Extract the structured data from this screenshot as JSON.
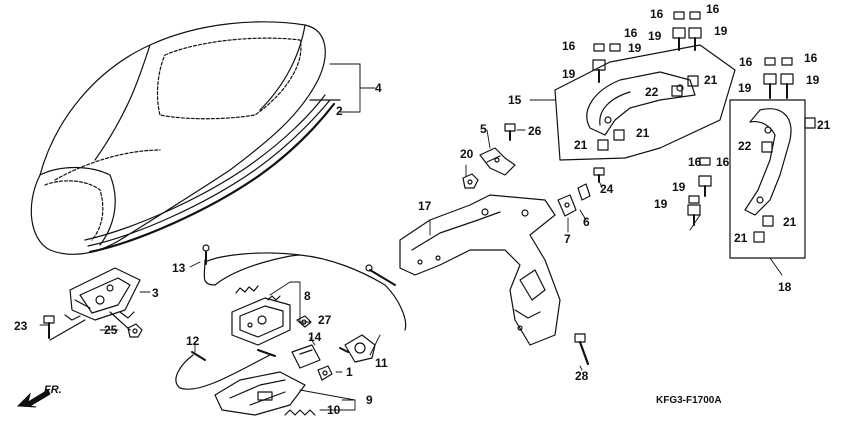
{
  "callouts": [
    {
      "id": "c4",
      "text": "4"
    },
    {
      "id": "c2",
      "text": "2"
    },
    {
      "id": "c3",
      "text": "3"
    },
    {
      "id": "c23",
      "text": "23"
    },
    {
      "id": "c25",
      "text": "25"
    },
    {
      "id": "c5",
      "text": "5"
    },
    {
      "id": "c26",
      "text": "26"
    },
    {
      "id": "c20",
      "text": "20"
    },
    {
      "id": "c24",
      "text": "24"
    },
    {
      "id": "c6",
      "text": "6"
    },
    {
      "id": "c7",
      "text": "7"
    },
    {
      "id": "c17",
      "text": "17"
    },
    {
      "id": "c13",
      "text": "13"
    },
    {
      "id": "c8",
      "text": "8"
    },
    {
      "id": "c27",
      "text": "27"
    },
    {
      "id": "c14",
      "text": "14"
    },
    {
      "id": "c12",
      "text": "12"
    },
    {
      "id": "c11",
      "text": "11"
    },
    {
      "id": "c1",
      "text": "1"
    },
    {
      "id": "c9",
      "text": "9"
    },
    {
      "id": "c10",
      "text": "10"
    },
    {
      "id": "c28",
      "text": "28"
    },
    {
      "id": "c15",
      "text": "15"
    },
    {
      "id": "c22a",
      "text": "22"
    },
    {
      "id": "c21a",
      "text": "21"
    },
    {
      "id": "c21b",
      "text": "21"
    },
    {
      "id": "c21c",
      "text": "21"
    },
    {
      "id": "c16a",
      "text": "16"
    },
    {
      "id": "c16b",
      "text": "16"
    },
    {
      "id": "c16c",
      "text": "16"
    },
    {
      "id": "c16d",
      "text": "16"
    },
    {
      "id": "c19a",
      "text": "19"
    },
    {
      "id": "c19b",
      "text": "19"
    },
    {
      "id": "c19c",
      "text": "19"
    },
    {
      "id": "c19d",
      "text": "19"
    },
    {
      "id": "c16e",
      "text": "16"
    },
    {
      "id": "c16f",
      "text": "16"
    },
    {
      "id": "c19e",
      "text": "19"
    },
    {
      "id": "c19f",
      "text": "19"
    },
    {
      "id": "c22b",
      "text": "22"
    },
    {
      "id": "c21d",
      "text": "21"
    },
    {
      "id": "c16g",
      "text": "16"
    },
    {
      "id": "c16h",
      "text": "16"
    },
    {
      "id": "c19g",
      "text": "19"
    },
    {
      "id": "c19h",
      "text": "19"
    },
    {
      "id": "c21e",
      "text": "21"
    },
    {
      "id": "c21f",
      "text": "21"
    },
    {
      "id": "c18",
      "text": "18"
    }
  ],
  "diagram_code": "KFG3-F1700A",
  "direction_label": "FR."
}
